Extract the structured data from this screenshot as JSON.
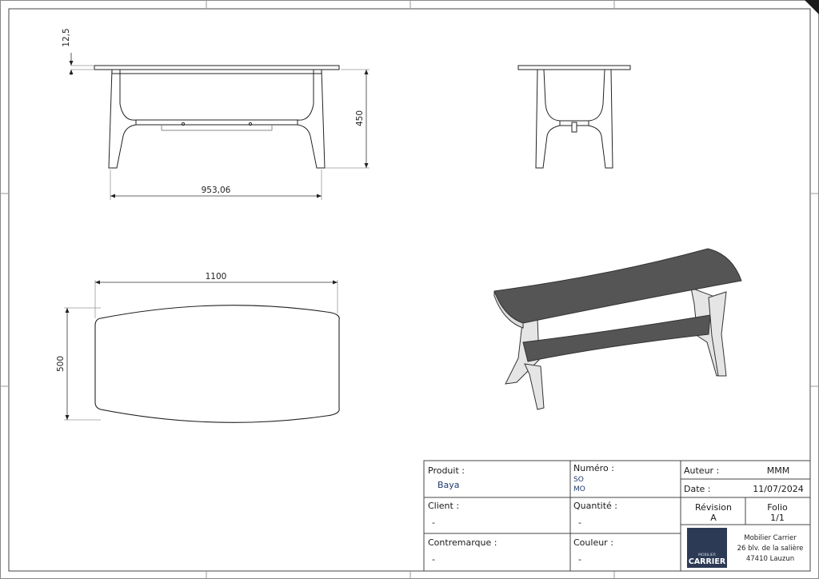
{
  "drawing": {
    "dimensions": {
      "top_thickness": "12,5",
      "height": "450",
      "leg_span": "953,06",
      "length": "1100",
      "width": "500"
    }
  },
  "title_block": {
    "produit_label": "Produit :",
    "produit_value": "Baya",
    "numero_label": "Numéro :",
    "numero_so": "SO",
    "numero_mo": "MO",
    "auteur_label": "Auteur :",
    "auteur_value": "MMM",
    "date_label": "Date :",
    "date_value": "11/07/2024",
    "client_label": "Client :",
    "client_value": "-",
    "quantite_label": "Quantité :",
    "quantite_value": "-",
    "revision_label": "Révision",
    "revision_value": "A",
    "folio_label": "Folio",
    "folio_value": "1/1",
    "contremarque_label": "Contremarque :",
    "contremarque_value": "-",
    "couleur_label": "Couleur :",
    "couleur_value": "-",
    "logo_small": "MOBILIER",
    "logo_big": "CARRIER",
    "company_name": "Mobilier Carrier",
    "company_address1": "26 blv. de la salière",
    "company_address2": "47410 Lauzun"
  },
  "colors": {
    "logo_bg": "#2c3a55",
    "tabletop_3d": "#555555",
    "value_text": "#1f3a6b"
  }
}
